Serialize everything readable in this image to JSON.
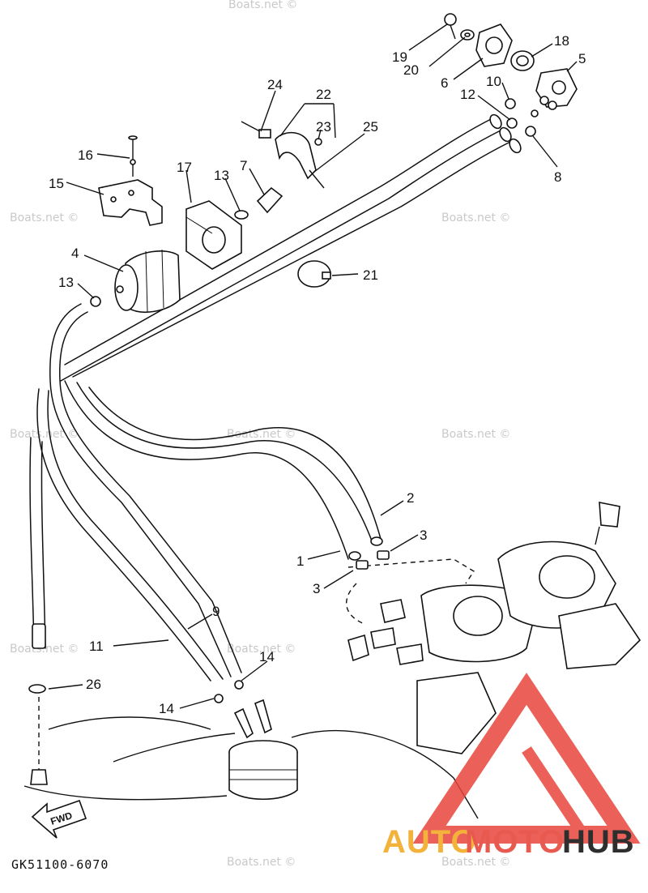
{
  "diagram": {
    "part_numbers": {
      "p1": "1",
      "p2": "2",
      "p3a": "3",
      "p3b": "3",
      "p4": "4",
      "p5": "5",
      "p6": "6",
      "p7": "7",
      "p8": "8",
      "p9": "9",
      "p10": "10",
      "p11": "11",
      "p12": "12",
      "p13a": "13",
      "p13b": "13",
      "p14a": "14",
      "p14b": "14",
      "p15": "15",
      "p16": "16",
      "p17": "17",
      "p18": "18",
      "p19": "19",
      "p20": "20",
      "p21": "21",
      "p22": "22",
      "p23": "23",
      "p24": "24",
      "p25": "25",
      "p26": "26"
    },
    "fwd_label": "FWD",
    "drawing_code": "GK51100-6070"
  },
  "watermarks": {
    "boats_net": "Boats.net ©",
    "brand_part1": "AUTO",
    "brand_part2": "MOTO",
    "brand_part3": "HUB"
  },
  "colors": {
    "brand_orange": "#f3b23a",
    "brand_red": "#e85a50",
    "brand_dark": "#2e2e2e",
    "logo_red": "#e8453c"
  }
}
